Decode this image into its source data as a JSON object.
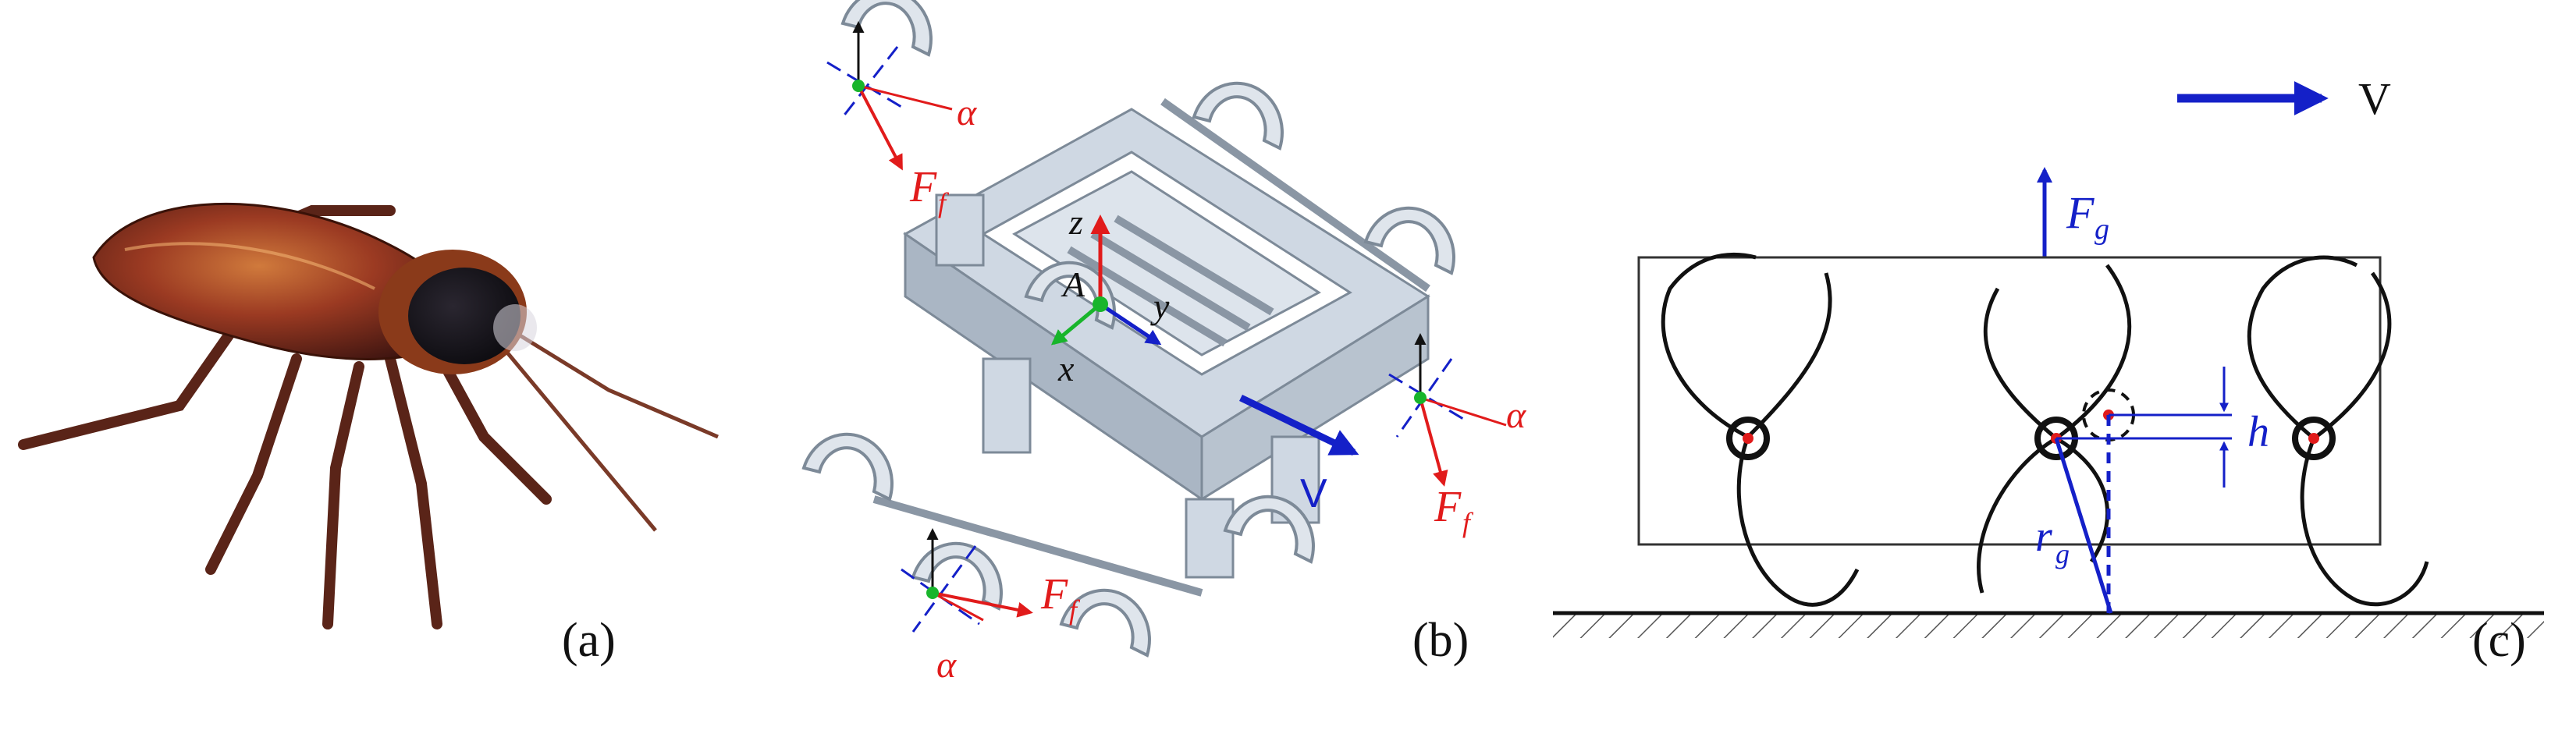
{
  "panel_a": {
    "caption": "(a)"
  },
  "panel_b": {
    "caption": "(b)",
    "axis_z": "z",
    "axis_y": "y",
    "axis_x": "x",
    "point_label": "A",
    "velocity_label": "V",
    "angle_label": "α",
    "force_main": "F",
    "force_sub": "f"
  },
  "panel_c": {
    "caption": "(c)",
    "velocity_label": "V",
    "force_main": "F",
    "force_sub": "g",
    "height_label": "h",
    "radius_main": "r",
    "radius_sub": "g"
  },
  "colors": {
    "force_red": "#e11b1b",
    "blue": "#1420c8",
    "green": "#18b52b",
    "frame_gray": "#c9d3df"
  }
}
